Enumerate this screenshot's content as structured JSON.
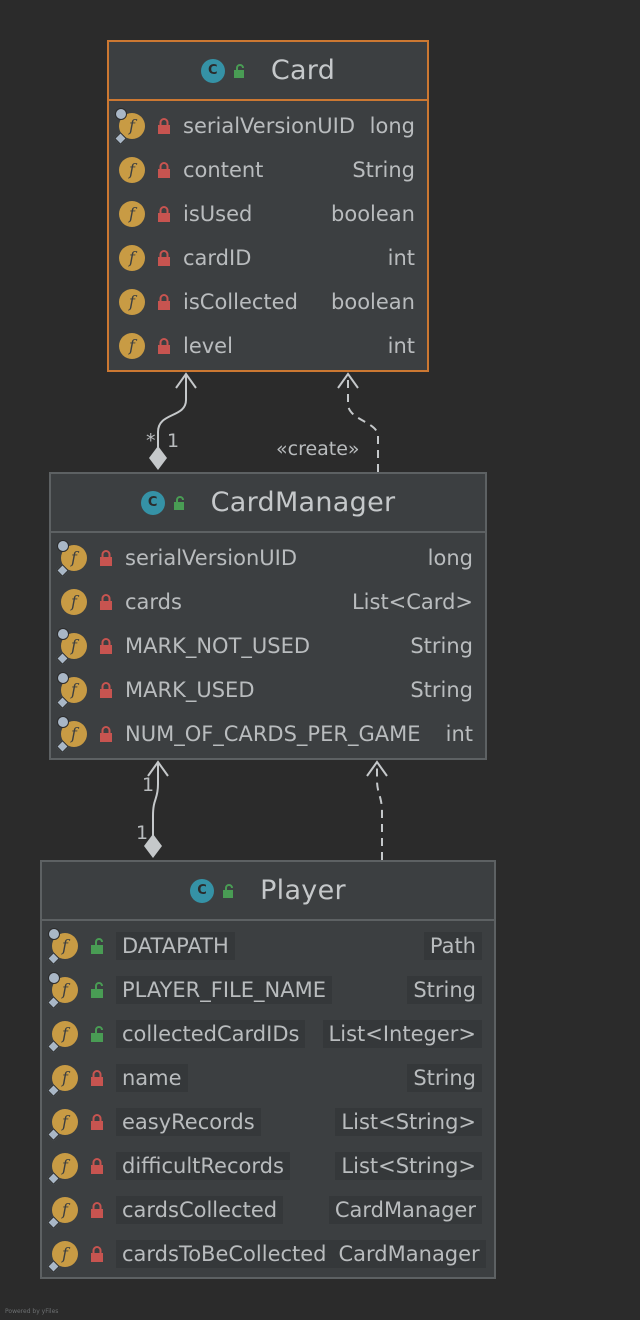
{
  "classes": {
    "card": {
      "name": "Card",
      "kind_icon": "C",
      "fields": [
        {
          "name": "serialVersionUID",
          "type": "long",
          "visibility": "private",
          "static": true
        },
        {
          "name": "content",
          "type": "String",
          "visibility": "private",
          "static": false
        },
        {
          "name": "isUsed",
          "type": "boolean",
          "visibility": "private",
          "static": false
        },
        {
          "name": "cardID",
          "type": "int",
          "visibility": "private",
          "static": false
        },
        {
          "name": "isCollected",
          "type": "boolean",
          "visibility": "private",
          "static": false
        },
        {
          "name": "level",
          "type": "int",
          "visibility": "private",
          "static": false
        }
      ]
    },
    "cardmanager": {
      "name": "CardManager",
      "kind_icon": "C",
      "fields": [
        {
          "name": "serialVersionUID",
          "type": "long",
          "visibility": "private",
          "static": true
        },
        {
          "name": "cards",
          "type": "List<Card>",
          "visibility": "private",
          "static": false
        },
        {
          "name": "MARK_NOT_USED",
          "type": "String",
          "visibility": "private",
          "static": true
        },
        {
          "name": "MARK_USED",
          "type": "String",
          "visibility": "private",
          "static": true
        },
        {
          "name": "NUM_OF_CARDS_PER_GAME",
          "type": "int",
          "visibility": "private",
          "static": true
        }
      ]
    },
    "player": {
      "name": "Player",
      "kind_icon": "C",
      "fields": [
        {
          "name": "DATAPATH",
          "type": "Path",
          "visibility": "public",
          "static": true
        },
        {
          "name": "PLAYER_FILE_NAME",
          "type": "String",
          "visibility": "public",
          "static": true
        },
        {
          "name": "collectedCardIDs",
          "type": "List<Integer>",
          "visibility": "public",
          "static": false
        },
        {
          "name": "name",
          "type": "String",
          "visibility": "private",
          "static": false
        },
        {
          "name": "easyRecords",
          "type": "List<String>",
          "visibility": "private",
          "static": false
        },
        {
          "name": "difficultRecords",
          "type": "List<String>",
          "visibility": "private",
          "static": false
        },
        {
          "name": "cardsCollected",
          "type": "CardManager",
          "visibility": "private",
          "static": false
        },
        {
          "name": "cardsToBeCollected",
          "type": "CardManager",
          "visibility": "private",
          "static": false
        }
      ]
    }
  },
  "relations": {
    "cardmanager_card": {
      "source_multiplicity": "*",
      "target_multiplicity": "1",
      "kind": "composition"
    },
    "cardmanager_card_create": {
      "label": "«create»",
      "kind": "dependency"
    },
    "player_cardmanager": {
      "source_multiplicity": "1",
      "target_multiplicity": "1",
      "kind": "composition"
    }
  },
  "footer": "Powered by yFiles",
  "colors": {
    "background": "#2b2b2b",
    "node_fill": "#3c3f41",
    "node_border": "#5d6163",
    "selected_border": "#cc7832",
    "class_icon": "#3592a6",
    "field_icon": "#c89b44",
    "private_lock": "#c75450",
    "public_lock": "#499c54",
    "edge": "#c5c8ca"
  },
  "icons": [
    "class-icon",
    "field-icon",
    "private-lock-icon",
    "public-lock-icon",
    "static-marker-icon",
    "final-marker-icon"
  ]
}
